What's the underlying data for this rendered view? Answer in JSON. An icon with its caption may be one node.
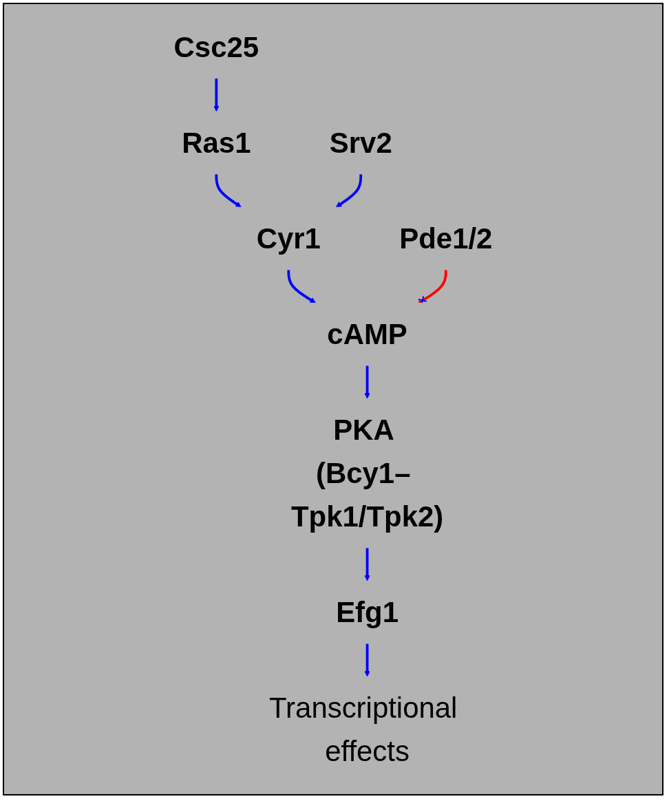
{
  "diagram": {
    "nodes": [
      {
        "text": [
          "Csc25"
        ]
      },
      {
        "text": [
          "Ras1"
        ]
      },
      {
        "text": [
          "Cyr1"
        ]
      },
      {
        "text": [
          "Srv2"
        ]
      },
      {
        "text": [
          "Pde1/2"
        ]
      },
      {
        "text": [
          "cAMP"
        ]
      },
      {
        "text": [
          "PKA (Bcy1– Tpk1/Tpk2)"
        ]
      },
      {
        "text": [
          "Efg1"
        ]
      },
      {
        "text": [
          "Transcriptional effects"
        ]
      }
    ],
    "edges": [
      {
        "from": 0,
        "to": 1,
        "arrow": "to"
      },
      {
        "from": 1,
        "to": 2,
        "arrow": "to"
      },
      {
        "from": 3,
        "to": 2,
        "arrow": "to"
      },
      {
        "from": 2,
        "to": 5,
        "arrow": "to"
      },
      {
        "from": 4,
        "to": 5,
        "arrow": "other",
        "color": "#ff0000"
      },
      {
        "from": 5,
        "to": 6,
        "arrow": "to"
      },
      {
        "from": 6,
        "to": 7,
        "arrow": "to"
      },
      {
        "from": 7,
        "to": 8,
        "arrow": "to"
      }
    ]
  }
}
